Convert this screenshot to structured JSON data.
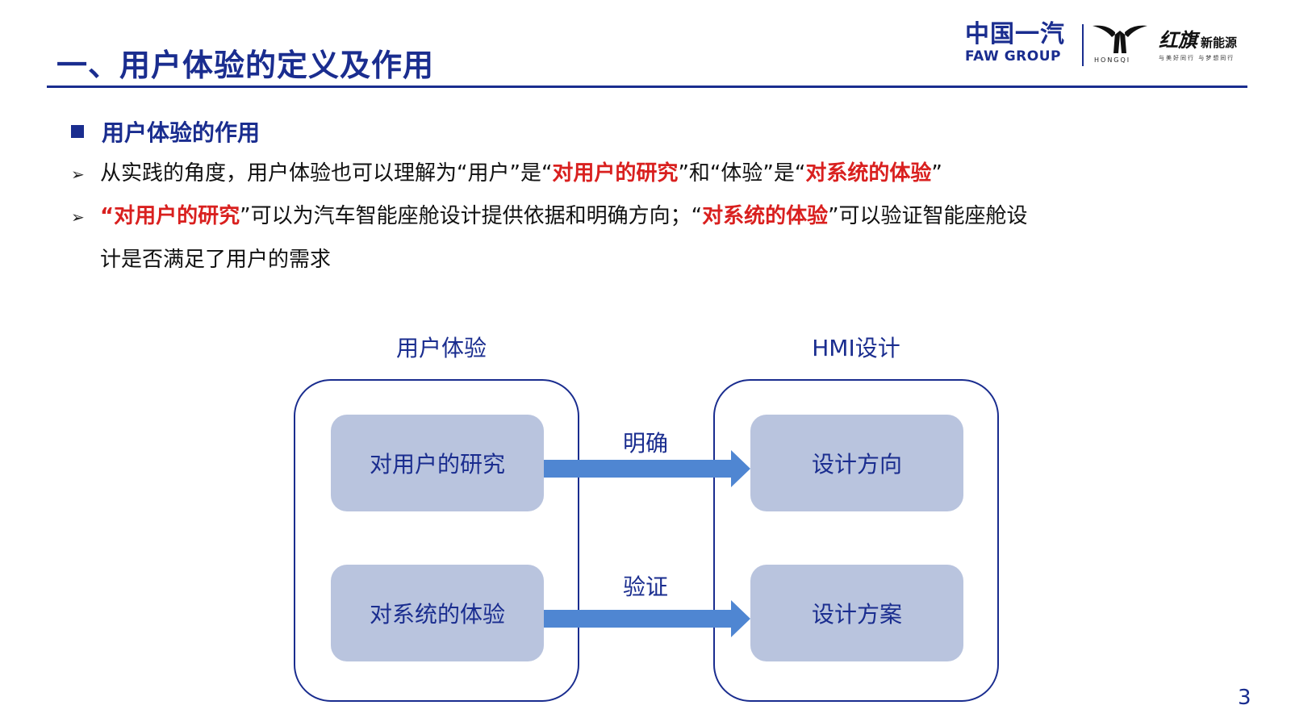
{
  "slide": {
    "title": "一、用户体验的定义及作用",
    "page_number": "3"
  },
  "logos": {
    "faw_cn": "中国一汽",
    "faw_en": "FAW GROUP",
    "hongqi_wordmark": "HONGQI",
    "hongqi_calligraphy": "红旗",
    "hongqi_nev": "新能源",
    "hongqi_tagline": "与美好同行 与梦想同行"
  },
  "section": {
    "heading": "用户体验的作用",
    "bullet1": {
      "part1": "从实践的角度，用户体验也可以理解为“用户”是“",
      "hl1": "对用户的研究",
      "part2": "”和“体验”是“",
      "hl2": "对系统的体验",
      "part3": "”"
    },
    "bullet2": {
      "open": "“",
      "hl1": "对用户的研究",
      "part1": "”可以为汽车智能座舱设计提供依据和明确方向；“",
      "hl2": "对系统的体验",
      "part2": "”可以验证智能座舱设",
      "cont": "计是否满足了用户的需求"
    }
  },
  "diagram": {
    "left_label": "用户体验",
    "right_label": "HMI设计",
    "left_boxes": [
      "对用户的研究",
      "对系统的体验"
    ],
    "right_boxes": [
      "设计方向",
      "设计方案"
    ],
    "arrows": [
      "明确",
      "验证"
    ],
    "colors": {
      "accent": "#1a2d8f",
      "box_fill": "#b9c4de",
      "arrow": "#4f86d2",
      "highlight": "#d9201f"
    }
  }
}
